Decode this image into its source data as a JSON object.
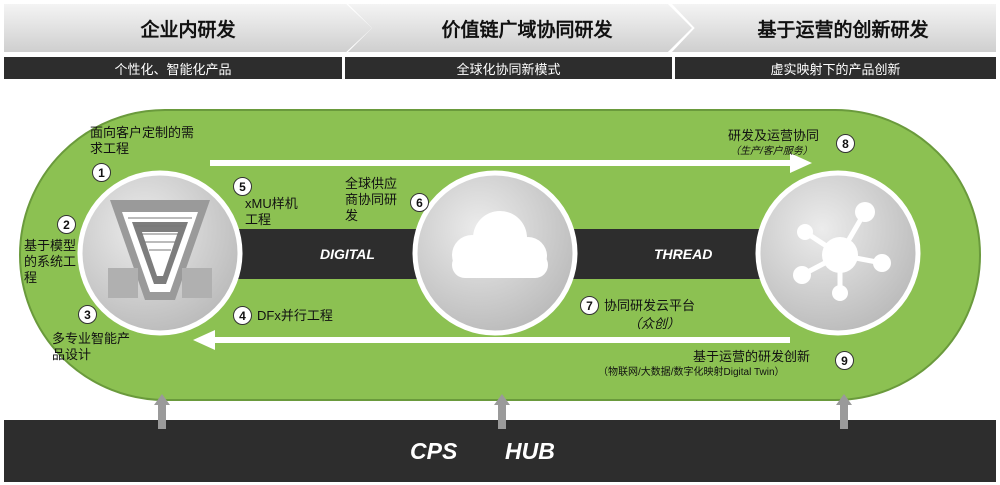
{
  "stages": [
    {
      "title": "企业内研发",
      "subtitle": "个性化、智能化产品"
    },
    {
      "title": "价值链广域协同研发",
      "subtitle": "全球化协同新模式"
    },
    {
      "title": "基于运营的创新研发",
      "subtitle": "虚实映射下的产品创新"
    }
  ],
  "thread": {
    "left": "DIGITAL",
    "right": "THREAD"
  },
  "hub": {
    "left": "CPS",
    "right": "HUB"
  },
  "steps": [
    {
      "num": "1",
      "label": "面向客户定制的需求工程"
    },
    {
      "num": "2",
      "label": "基于模型的系统工程"
    },
    {
      "num": "3",
      "label": "多专业智能产品设计"
    },
    {
      "num": "4",
      "label": "DFx并行工程"
    },
    {
      "num": "5",
      "label": "xMU样机工程"
    },
    {
      "num": "6",
      "label": "全球供应商协同研发"
    },
    {
      "num": "7",
      "label": "协同研发云平台",
      "sublabel": "（众创）"
    },
    {
      "num": "8",
      "label": "研发及运营协同",
      "sublabel": "（生产/客户服务）"
    },
    {
      "num": "9",
      "label": "基于运营的研发创新",
      "sublabel": "（物联网/大数据/数字化映射Digital Twin）"
    }
  ],
  "colors": {
    "ring_green": "#8cc152",
    "ring_border": "#5e8a34",
    "dark": "#2d2d2d",
    "node_gray": "#d4d4d4"
  },
  "icons": [
    "v-model-icon",
    "cloud-icon",
    "network-icon"
  ]
}
